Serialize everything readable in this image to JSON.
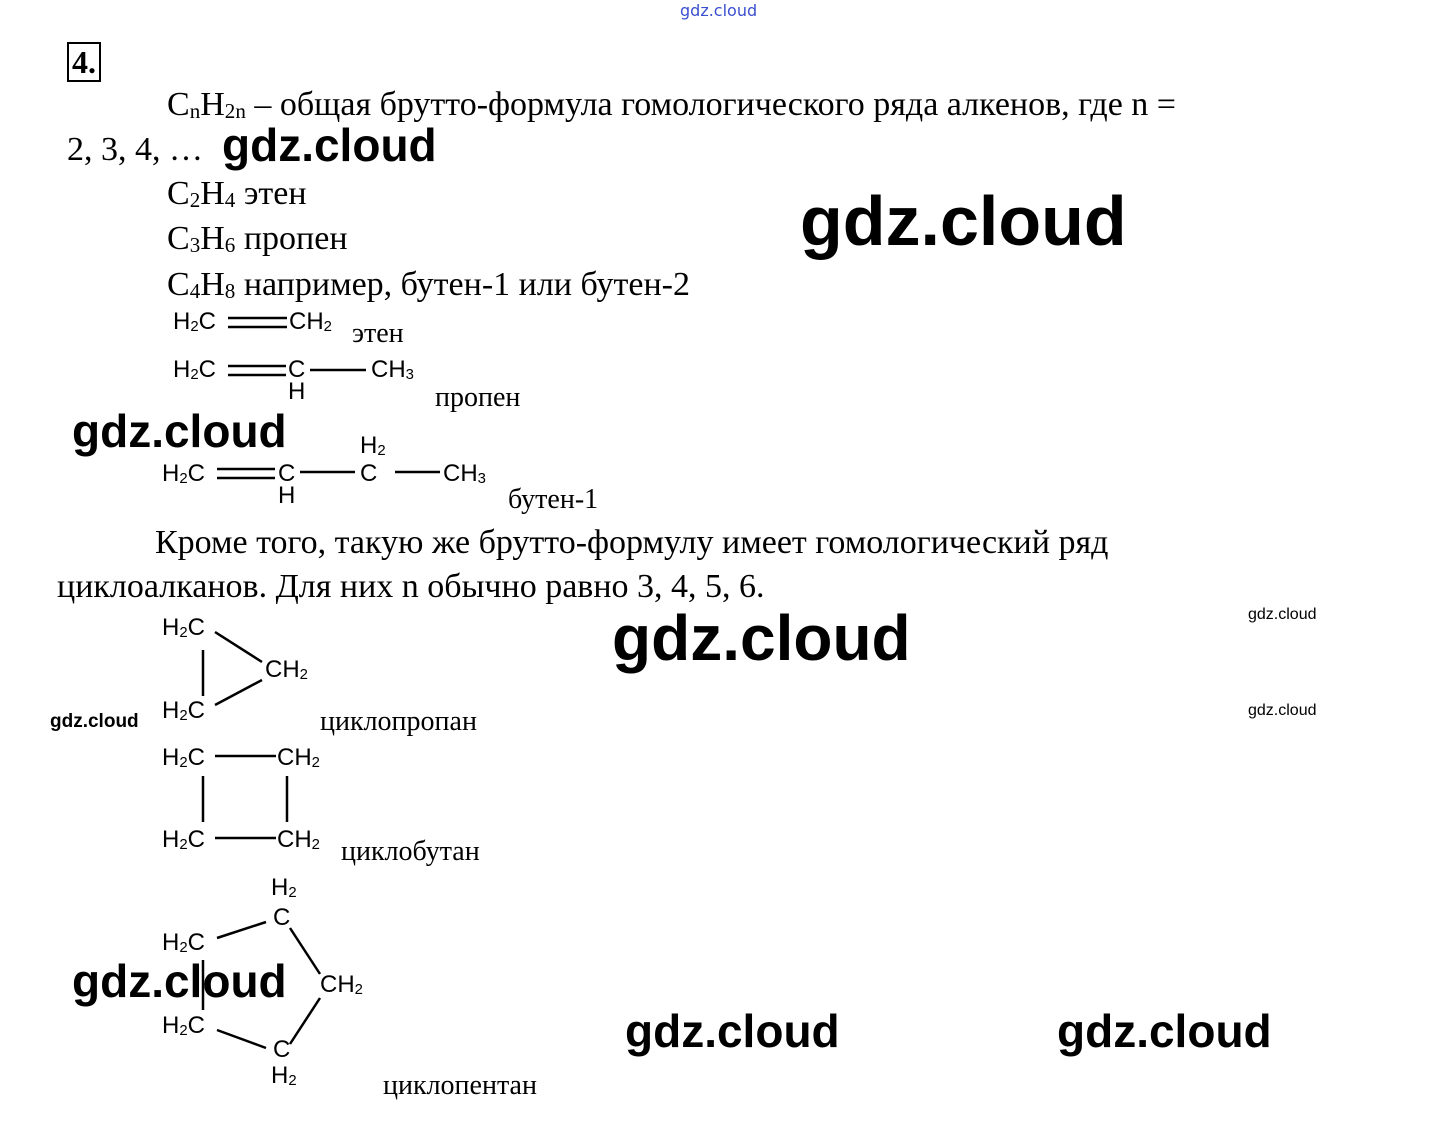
{
  "top_watermark": "gdz.cloud",
  "task_number": "4.",
  "general": {
    "formula": {
      "c": "C",
      "n": "n",
      "h": "H",
      "hsub": "2n"
    },
    "text1": " – общая брутто-формула гомологического ряда алкенов, где n =",
    "text2": "2, 3, 4, …"
  },
  "examples": [
    {
      "c": "C",
      "cs": "2",
      "h": "H",
      "hs": "4",
      "name": " этен"
    },
    {
      "c": "C",
      "cs": "3",
      "h": "H",
      "hs": "6",
      "name": " пропен"
    },
    {
      "c": "C",
      "cs": "4",
      "h": "H",
      "hs": "8",
      "name": " например, бутен-1 или бутен-2"
    }
  ],
  "structures": {
    "ethene": {
      "left": "H",
      "left_sub": "2",
      "left_end": "C",
      "right": "CH",
      "right_sub": "2",
      "label": "этен"
    },
    "propene": {
      "a": "H",
      "a_sub": "2",
      "a_end": "C",
      "b": "C",
      "b_h": "H",
      "c": "CH",
      "c_sub": "3",
      "label": "пропен"
    },
    "butene": {
      "a": "H",
      "a_sub": "2",
      "a_end": "C",
      "b": "C",
      "b_h": "H",
      "c_h": "H",
      "c_h_sub": "2",
      "c": "C",
      "d": "CH",
      "d_sub": "3",
      "label": "бутен-1"
    },
    "cyclopropane": {
      "g": "H",
      "s": "2",
      "e": "C",
      "m": "CH",
      "label": "циклопропан"
    },
    "cyclobutane": {
      "label": "циклобутан"
    },
    "cyclopentane": {
      "label": "циклопентан"
    }
  },
  "paragraph": {
    "line1": "Кроме того, такую же брутто-формулу имеет гомологический ряд",
    "line2": "циклоалканов. Для них n обычно равно 3, 4, 5, 6."
  },
  "watermarks": [
    "gdz.cloud",
    "gdz.cloud",
    "gdz.cloud",
    "gdz.cloud",
    "gdz.cloud",
    "gdz.cloud",
    "gdz.cloud",
    "gdz.cloud",
    "gdz.cloud",
    "gdz.cloud"
  ]
}
